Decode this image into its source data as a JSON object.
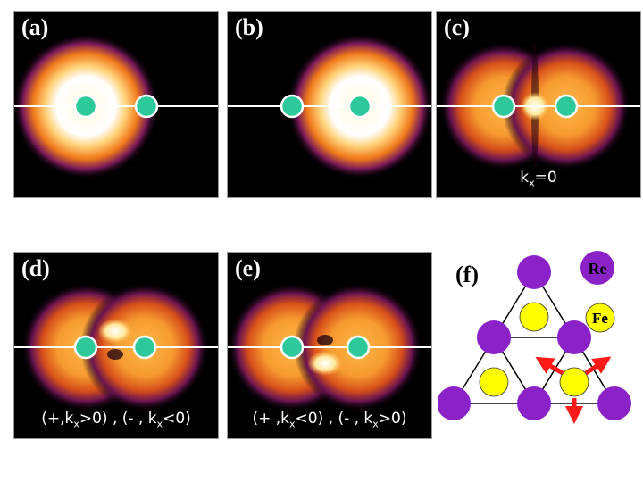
{
  "panels": [
    {
      "id": "a",
      "label": "(a)",
      "caption": ""
    },
    {
      "id": "b",
      "label": "(b)",
      "caption": ""
    },
    {
      "id": "c",
      "label": "(c)",
      "caption_parts": [
        "k",
        "x",
        "=0"
      ]
    },
    {
      "id": "d",
      "label": "(d)",
      "caption_parts": [
        "(+,k",
        "x",
        ">0) , (- , k",
        "x",
        "<0)"
      ]
    },
    {
      "id": "e",
      "label": "(e)",
      "caption_parts": [
        "(+ ,k",
        "x",
        "<0) , (- , k",
        "x",
        ">0)"
      ]
    }
  ],
  "lattice": {
    "label": "(f)",
    "legend_re": "Re",
    "legend_fe": "Fe",
    "colors": {
      "re": "#8a22c8",
      "fe": "#ffff00",
      "arrow": "#ff1a1a",
      "site": "#2ec99a"
    }
  }
}
